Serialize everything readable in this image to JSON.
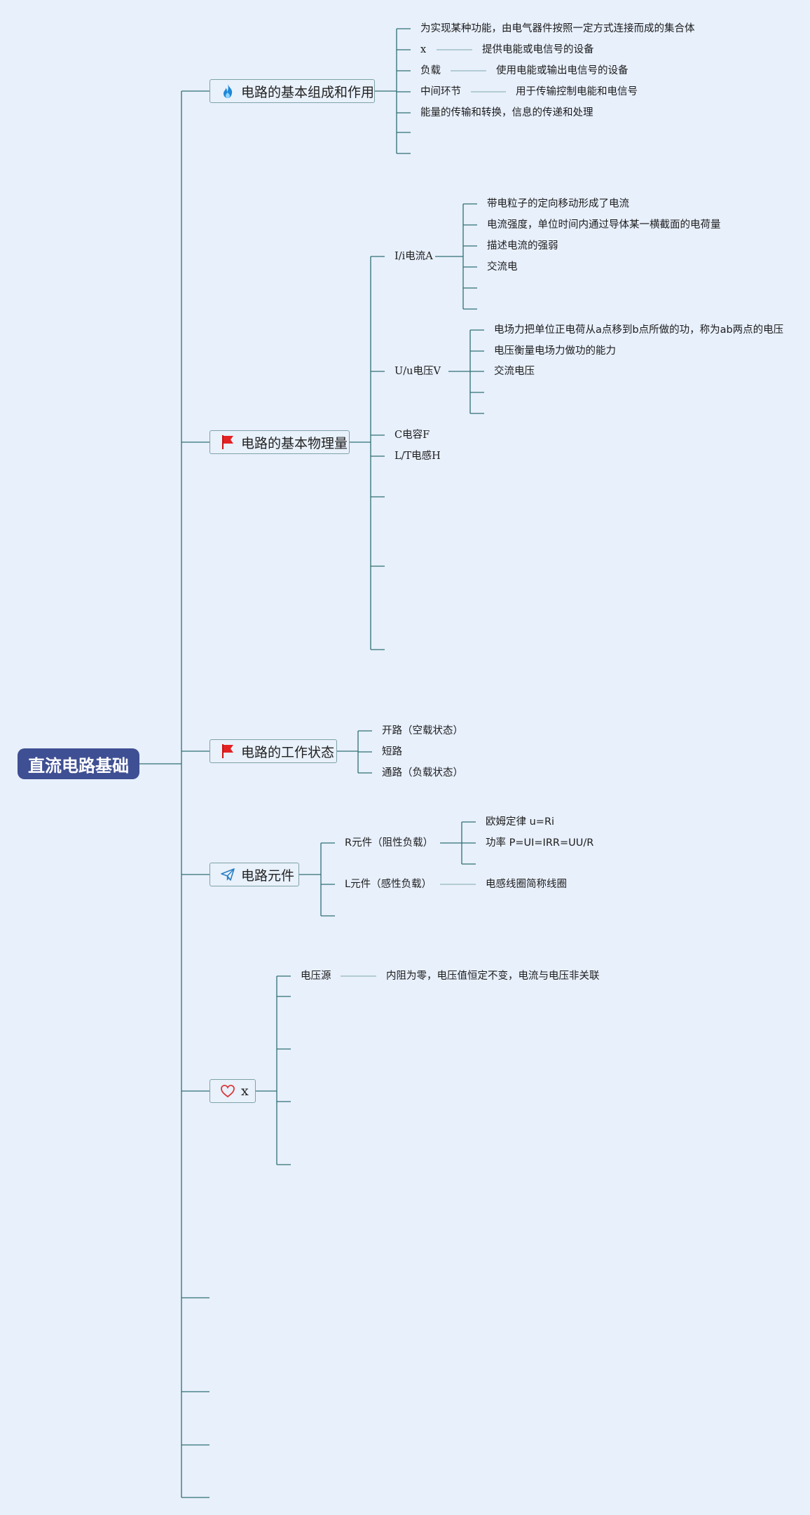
{
  "root": {
    "label": "直流电路基础"
  },
  "topics": {
    "t1": {
      "label": "电路的基本组成和作用",
      "icon": "fire-icon"
    },
    "t2": {
      "label": "电路的基本物理量",
      "icon": "red-flag-icon"
    },
    "t3": {
      "label": "电路的工作状态",
      "icon": "red-flag-icon"
    },
    "t4": {
      "label": "电路元件",
      "icon": "paper-plane-icon"
    },
    "t5": {
      "label": "x",
      "icon": "heart-icon"
    }
  },
  "t1": {
    "def": "为实现某种功能，由电气器件按照一定方式连接而成的集合体",
    "x": "x",
    "x_desc": "提供电能或电信号的设备",
    "load": "负载",
    "load_desc": "使用电能或输出电信号的设备",
    "mid": "中间环节",
    "mid_desc": "用于传输控制电能和电信号",
    "func": "能量的传输和转换，信息的传递和处理"
  },
  "t2": {
    "current": "I/i电流A",
    "current_items": [
      "带电粒子的定向移动形成了电流",
      "电流强度，单位时间内通过导体某一横截面的电荷量",
      "描述电流的强弱",
      "交流电"
    ],
    "voltage": "U/u电压V",
    "voltage_items": [
      "电场力把单位正电荷从a点移到b点所做的功，称为ab两点的电压",
      "电压衡量电场力做功的能力",
      "交流电压"
    ],
    "cap": "C电容F",
    "ind": "L/T电感H"
  },
  "t3": {
    "items": [
      "开路（空载状态）",
      "短路",
      "通路（负载状态）"
    ]
  },
  "t4": {
    "r": "R元件（阻性负载）",
    "r_items": [
      "欧姆定律 u=Ri",
      "功率 P=UI=IRR=UU/R"
    ],
    "l": "L元件（感性负载）",
    "l_item": "电感线圈简称线圈"
  },
  "t5": {
    "vs": "电压源",
    "vs_desc": "内阻为零，电压值恒定不变，电流与电压非关联"
  },
  "colors": {
    "background": "#e8f0fc",
    "root": "#3f4f93",
    "line": "#2e6f73",
    "fire": "#1e88d6",
    "flag": "#e32222",
    "heart": "#d9383a"
  }
}
